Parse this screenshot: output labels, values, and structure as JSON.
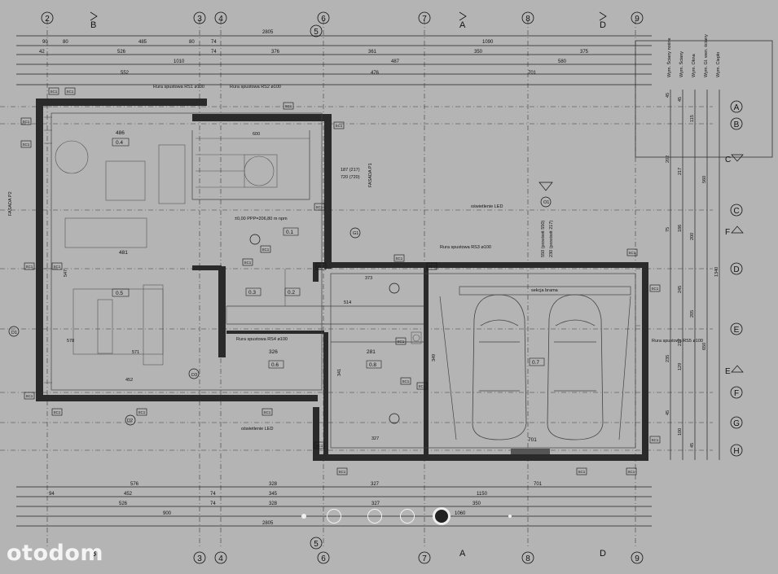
{
  "watermark": "otodom",
  "grid": {
    "top_labels": [
      "2",
      "B",
      "3",
      "4",
      "6",
      "5",
      "7",
      "A",
      "8",
      "D",
      "9"
    ],
    "bottom_labels": [
      "B",
      "3",
      "4",
      "5",
      "6",
      "7",
      "A",
      "8",
      "D",
      "9"
    ],
    "right_labels": [
      "A",
      "B",
      "C",
      "C",
      "F",
      "D",
      "E",
      "E",
      "F",
      "G",
      "H"
    ]
  },
  "top_dims": {
    "row1": [
      "2805"
    ],
    "row2": [
      "90",
      "80",
      "485",
      "80",
      "74",
      "1090"
    ],
    "row3": [
      "42",
      "526",
      "74",
      "376",
      "361",
      "350",
      "375"
    ],
    "row4": [
      "1010",
      "487",
      "580"
    ],
    "row5": [
      "552",
      "476",
      "701"
    ]
  },
  "bottom_dims": {
    "row1": [
      "576",
      "328",
      "327",
      "701"
    ],
    "row2": [
      "94",
      "452",
      "74",
      "345",
      "1150"
    ],
    "row3": [
      "526",
      "74",
      "328",
      "327",
      "350"
    ],
    "row4": [
      "900",
      "1060"
    ],
    "row5": [
      "2805"
    ]
  },
  "right_dims": [
    "45",
    "45",
    "115",
    "202",
    "217",
    "560",
    "75",
    "186",
    "200",
    "245",
    "1340",
    "205",
    "217",
    "235",
    "650",
    "129",
    "45",
    "100",
    "45"
  ],
  "rotated_headers": [
    "Wym. Ściany nośne",
    "Wym. Ściany",
    "Wym. Okna",
    "Wym. Gl. wen. ściany",
    "Wym. Ciepło"
  ],
  "rooms": [
    {
      "id": "0.4",
      "dim": "486"
    },
    {
      "id": "0.5",
      "dim": "481"
    },
    {
      "id": "0.1",
      "dim": ""
    },
    {
      "id": "0.2",
      "dim": ""
    },
    {
      "id": "0.3",
      "dim": ""
    },
    {
      "id": "0.6",
      "dim": "326"
    },
    {
      "id": "0.7",
      "dim": "701"
    },
    {
      "id": "0.8",
      "dim": "281"
    }
  ],
  "annotations": {
    "rura1": "Rura spustowa RS1 ø100",
    "rura2": "Rura spustowa RS2 ø100",
    "rura3": "Rura spustowa RS3 ø100",
    "rura4": "Rura spustowa RS4 ø100",
    "rura5": "Rura spustowa RS5 ø100",
    "level": "±0,00 PPP=206,80 m npm",
    "led1": "oświetlenie LED",
    "led2": "oświetlenie LED",
    "fasada_p2": "FASADA P2",
    "fasada_p1": "FASADA P1",
    "gate": "sekcja brama",
    "window_d1": "D1",
    "window_d2": "D2",
    "window_d3": "D3",
    "window_o1": "O1",
    "window_g1": "G1",
    "sc_label": "SC1",
    "dim_600": "600",
    "dim_578": "578",
    "dim_547": "547",
    "dim_452": "452",
    "dim_571": "571",
    "dim_514": "514",
    "dim_373": "373",
    "dim_327": "327",
    "dim_349": "349",
    "dim_341": "341",
    "dim_187": "187 (217)",
    "dim_720": "720 (720)",
    "dim_550": "550 (prześwit 550)",
    "dim_230": "230 (prześwit 217)"
  },
  "navigation_dots": 6,
  "colors": {
    "background": "#b4b4b4",
    "ink": "#1a1a1a",
    "wall": "#2a2a2a"
  }
}
